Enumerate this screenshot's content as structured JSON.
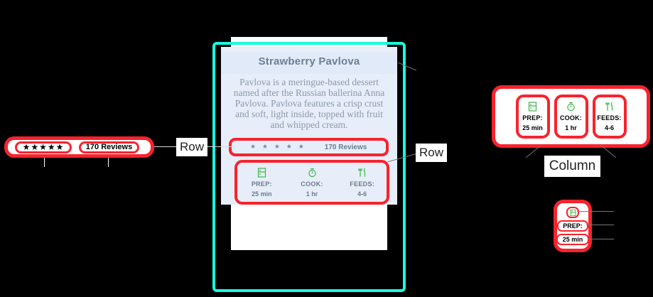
{
  "card": {
    "title": "Strawberry Pavlova",
    "description": "Pavlova is a meringue-based dessert named after the Russian ballerina Anna Pavlova. Pavlova features a crisp crust and soft, light inside, topped with fruit and whipped cream.",
    "review": {
      "stars": "★ ★ ★ ★ ★",
      "count": "170 Reviews"
    },
    "info": [
      {
        "icon": "kitchen-icon",
        "label": "PREP:",
        "value": "25 min"
      },
      {
        "icon": "timer-icon",
        "label": "COOK:",
        "value": "1 hr"
      },
      {
        "icon": "restaurant-icon",
        "label": "FEEDS:",
        "value": "4-6"
      }
    ]
  },
  "annotations": {
    "left_review": {
      "stars": "★★★★★",
      "count": "170 Reviews"
    },
    "row_label_left": "Row",
    "row_label_right": "Row",
    "column_label": "Column",
    "column_cells": [
      {
        "icon": "kitchen-icon",
        "label": "PREP:",
        "value": "25 min"
      },
      {
        "icon": "timer-icon",
        "label": "COOK:",
        "value": "1 hr"
      },
      {
        "icon": "restaurant-icon",
        "label": "FEEDS:",
        "value": "4-6"
      }
    ],
    "single_cell": {
      "icon": "kitchen-icon",
      "label": "PREP:",
      "value": "25 min"
    }
  },
  "colors": {
    "annotation_red": "#f8232d",
    "frame_cyan": "#1afbdf",
    "icon_green": "#3cb54a",
    "card_bg": "#e7eefa",
    "text_gray": "#6b7a8c"
  }
}
